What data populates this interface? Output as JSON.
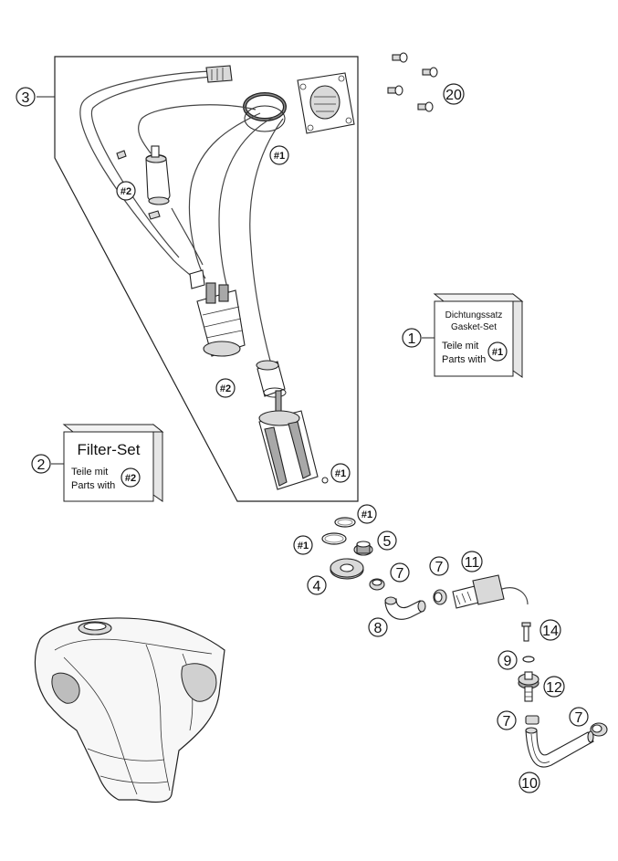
{
  "callouts": {
    "n1": "1",
    "n2": "2",
    "n3": "3",
    "n4": "4",
    "n5": "5",
    "n7": "7",
    "n8": "8",
    "n9": "9",
    "n10": "10",
    "n11": "11",
    "n12": "12",
    "n14": "14",
    "n20": "20"
  },
  "tags": {
    "t1": "#1",
    "t2": "#2"
  },
  "gasket_box": {
    "title_de": "Dichtungssatz",
    "title_en": "Gasket-Set",
    "line1": "Teile mit",
    "line2": "Parts with",
    "tag": "#1"
  },
  "filter_box": {
    "title": "Filter-Set",
    "line1": "Teile mit",
    "line2": "Parts with",
    "tag": "#2"
  },
  "colors": {
    "line": "#222222",
    "part_fill": "#ffffff",
    "shade": "#d9d9d9",
    "dark": "#a8a8a8"
  }
}
